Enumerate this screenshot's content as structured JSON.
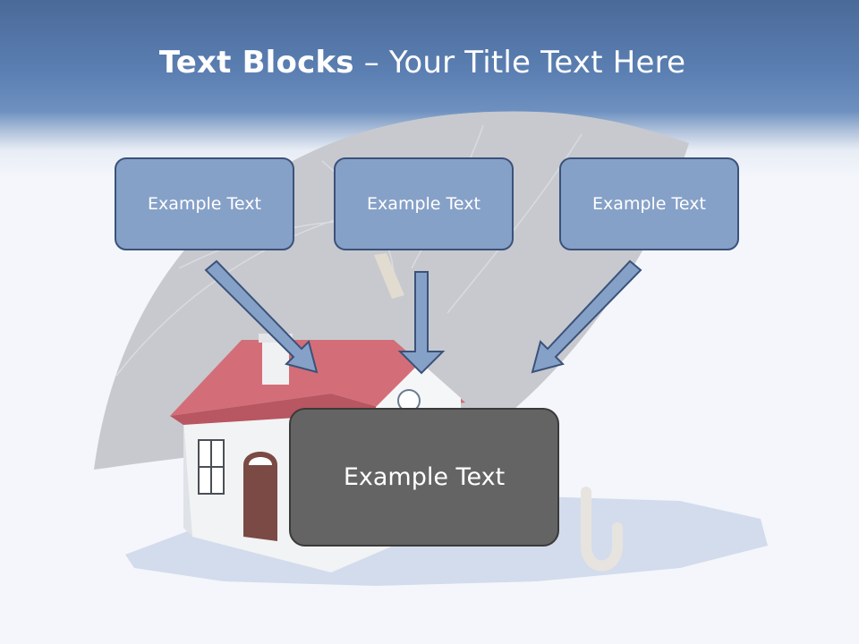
{
  "slide": {
    "title_bold": "Text Blocks",
    "title_rest": " – Your Title Text Here"
  },
  "boxes": [
    {
      "label": "Example Text"
    },
    {
      "label": "Example Text"
    },
    {
      "label": "Example Text"
    }
  ],
  "main_box": {
    "label": "Example Text"
  },
  "colors": {
    "header_blue": "#5b7fb2",
    "box_fill": "#86a1c8",
    "box_border": "#3b5279",
    "main_box_fill": "#646464",
    "arrow_fill": "#86a1c8"
  }
}
